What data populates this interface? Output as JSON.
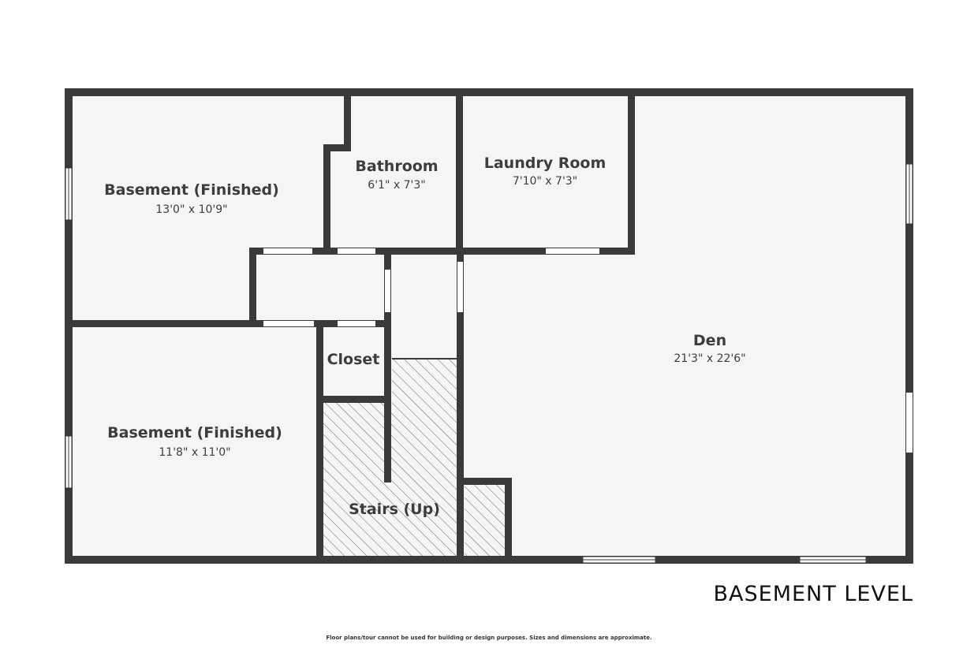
{
  "rooms": {
    "basement_upper": {
      "name": "Basement (Finished)",
      "dims": "13'0\" x 10'9\""
    },
    "bathroom": {
      "name": "Bathroom",
      "dims": "6'1\" x 7'3\""
    },
    "laundry": {
      "name": "Laundry Room",
      "dims": "7'10\" x 7'3\""
    },
    "den": {
      "name": "Den",
      "dims": "21'3\" x 22'6\""
    },
    "closet": {
      "name": "Closet"
    },
    "basement_lower": {
      "name": "Basement (Finished)",
      "dims": "11'8\" x 11'0\""
    },
    "stairs": {
      "name": "Stairs (Up)"
    }
  },
  "floor_label": "BASEMENT LEVEL",
  "disclaimer": "Floor plans/tour cannot be used for building or design purposes. Sizes and dimensions are approximate.",
  "colors": {
    "wall": "#3a3a3a",
    "floor": "#f5f5f5",
    "text": "#3d3d3d"
  }
}
